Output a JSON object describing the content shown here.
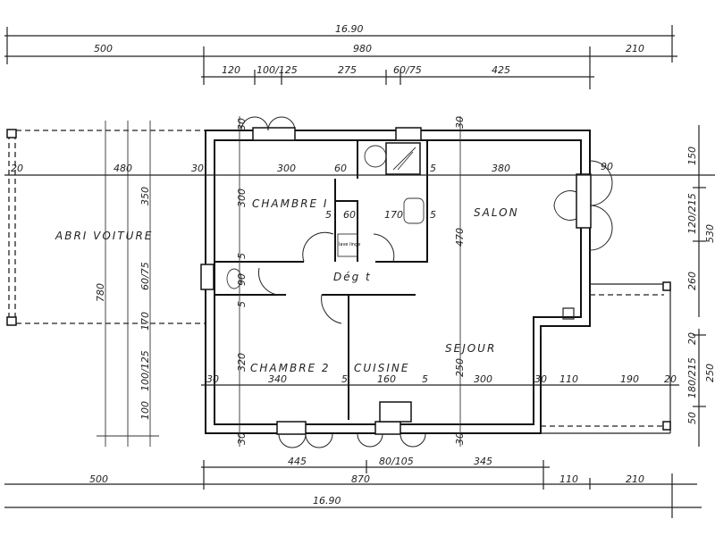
{
  "rooms": {
    "chambre1": "CHAMBRE I",
    "chambre2": "CHAMBRE 2",
    "cuisine": "CUISINE",
    "salon": "SALON",
    "sejour": "SEJOUR",
    "degagement": "Dég t",
    "abri": "ABRI VOITURE",
    "lave_linge": "lave linge"
  },
  "dims": {
    "top": [
      "16.90",
      "500",
      "980",
      "210",
      "120",
      "100/125",
      "275",
      "60/75",
      "425"
    ],
    "row1": [
      "20",
      "480",
      "30",
      "300",
      "60",
      "5",
      "380",
      "90"
    ],
    "bath": [
      "5",
      "60",
      "170",
      "5"
    ],
    "row2": [
      "30",
      "340",
      "5",
      "160",
      "5",
      "300",
      "30",
      "110",
      "190",
      "20"
    ],
    "vleft": [
      "30",
      "300",
      "5",
      "90",
      "5",
      "320",
      "30"
    ],
    "vmid": [
      "30",
      "470",
      "250",
      "30"
    ],
    "carport": [
      "350",
      "60/75",
      "780",
      "170",
      "100/125",
      "100"
    ],
    "bottom": [
      "445",
      "80/105",
      "345",
      "500",
      "870",
      "110",
      "210",
      "16.90"
    ],
    "right": [
      "150",
      "120/215",
      "260",
      "20",
      "180/215",
      "50",
      "530",
      "250"
    ]
  }
}
